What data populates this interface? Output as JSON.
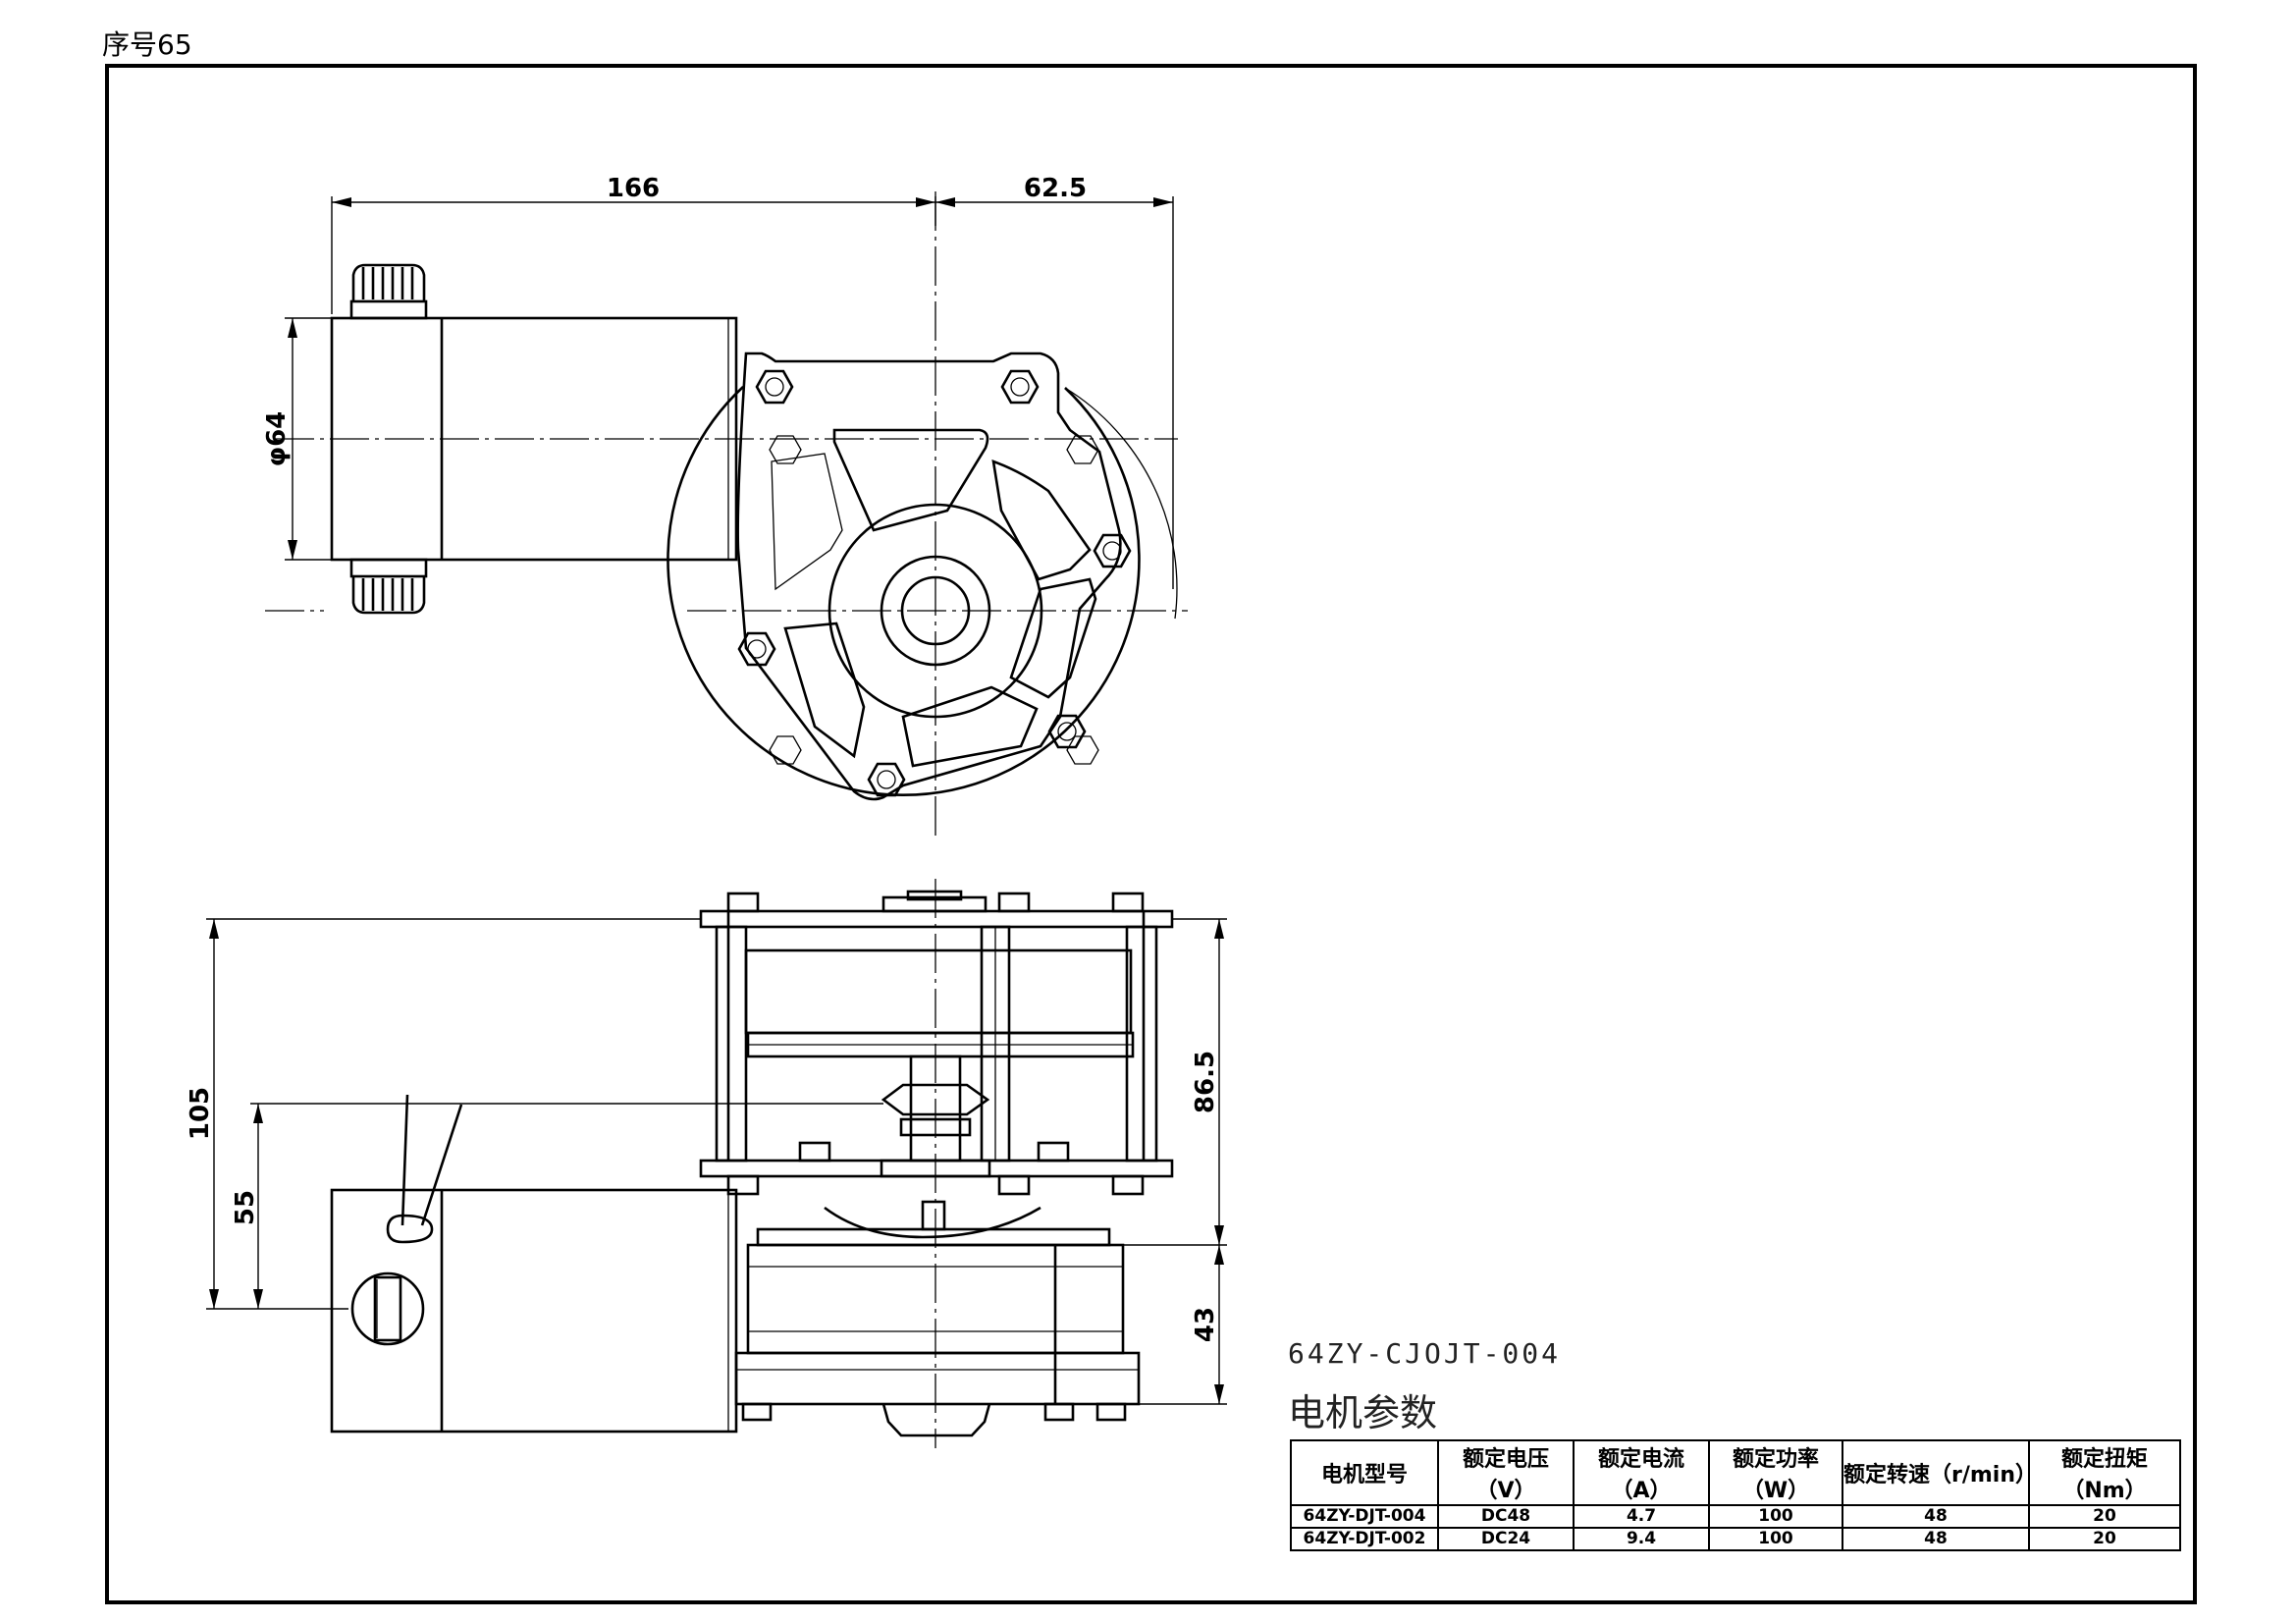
{
  "serial_label": "序号65",
  "dimensions": {
    "length_166": "166",
    "length_62_5": "62.5",
    "diameter_64": "φ64",
    "height_105": "105",
    "height_55": "55",
    "height_86_5": "86.5",
    "height_43": "43"
  },
  "title_block": {
    "model_code": "64ZY-CJOJT-004",
    "table_title": "电机参数",
    "headers": [
      "电机型号",
      "额定电压（V）",
      "额定电流（A）",
      "额定功率（W）",
      "额定转速（r/min）",
      "额定扭矩（Nm）"
    ],
    "rows": [
      [
        "64ZY-DJT-004",
        "DC48",
        "4.7",
        "100",
        "48",
        "20"
      ],
      [
        "64ZY-DJT-002",
        "DC24",
        "9.4",
        "100",
        "48",
        "20"
      ]
    ]
  }
}
